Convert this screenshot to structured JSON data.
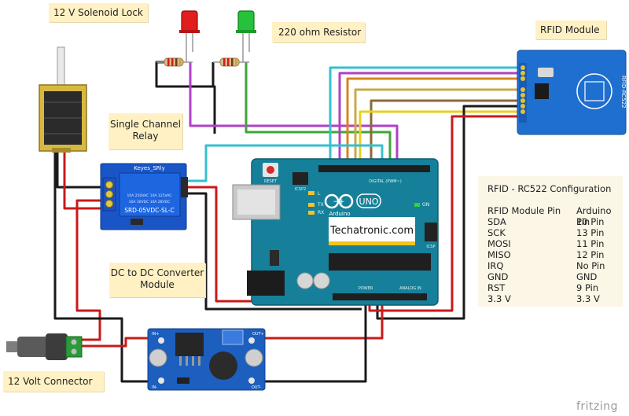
{
  "labels": {
    "solenoid": "12 V Solenoid Lock",
    "resistor": "220 ohm Resistor",
    "rfid": "RFID Module",
    "relay_line1": "Single Channel",
    "relay_line2": "Relay",
    "dcdc_line1": "DC to DC Converter",
    "dcdc_line2": "Module",
    "connector": "12 Volt Connector"
  },
  "board": {
    "arduino_logo": "Arduino",
    "uno": "UNO",
    "on_label": "ON",
    "tx": "TX",
    "rx": "RX",
    "l": "L",
    "reset": "RESET",
    "icsp2": "ICSP2",
    "icsp": "ICSP",
    "digital": "DIGITAL (PWM~)",
    "analog": "ANALOG IN",
    "power": "POWER",
    "watermark": "Techatronic.com"
  },
  "rfid_module": {
    "name": "RFID-RC522"
  },
  "relay": {
    "brand": "Keyes_SRly",
    "model": "SRD-05VDC-SL-C",
    "rating1": "10A 250VAC  10A 125VAC",
    "rating2": "10A 30VDC  10A 28VDC"
  },
  "converter": {
    "in_plus": "IN+",
    "in_minus": "IN-",
    "out_plus": "OUT+",
    "out_minus": "OUT-"
  },
  "config": {
    "title": "RFID - RC522 Configuration",
    "header": {
      "module": "RFID Module Pin",
      "arduino": "Arduino Pin"
    },
    "rows": [
      {
        "module": "SDA",
        "arduino": "10 Pin"
      },
      {
        "module": "SCK",
        "arduino": "13  Pin"
      },
      {
        "module": "MOSI",
        "arduino": "11 Pin"
      },
      {
        "module": "MISO",
        "arduino": "12 Pin"
      },
      {
        "module": "IRQ",
        "arduino": "No Pin"
      },
      {
        "module": "GND",
        "arduino": "GND"
      },
      {
        "module": "RST",
        "arduino": "9   Pin"
      },
      {
        "module": "3.3 V",
        "arduino": "3.3 V"
      }
    ]
  },
  "brand": "fritzing",
  "colors": {
    "arduino": "#16809a",
    "rfid": "#1f6fd0",
    "relay": "#1a55c8",
    "converter": "#1c5fbf",
    "wire_red": "#c81a1a",
    "wire_black": "#1a1a1a",
    "wire_purple": "#b040c8",
    "wire_green": "#3fa53a",
    "wire_cyan": "#34c1cf",
    "wire_orange": "#d8841e",
    "wire_yellow": "#e8d020",
    "label_bg": "#fff1c4"
  }
}
